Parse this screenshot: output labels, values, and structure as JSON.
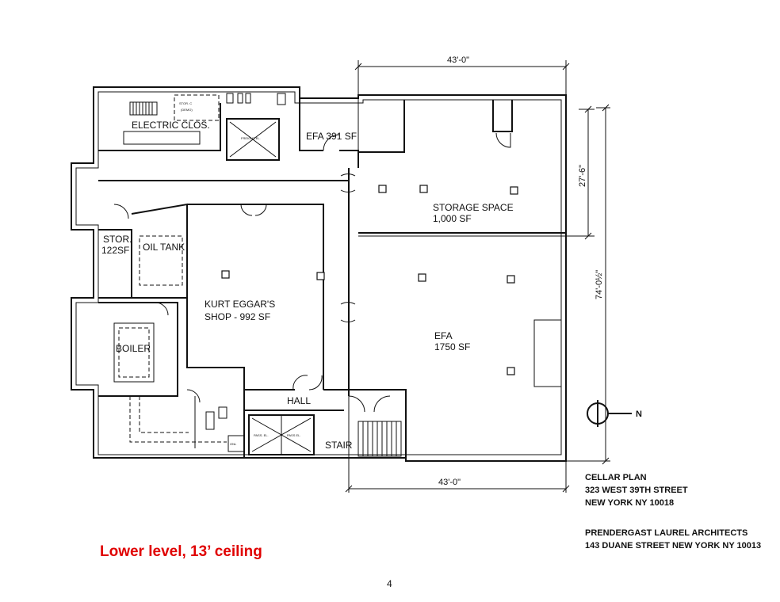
{
  "rooms": {
    "electric": "ELECTRIC CLOS.",
    "efa_small": "EFA 391 SF",
    "storage_1": "STORAGE SPACE",
    "storage_2": "1,000 SF",
    "stor_1": "STOR.",
    "stor_2": "122SF",
    "oil_tank": "OIL TANK",
    "shop_1": "KURT EGGAR'S",
    "shop_2": "SHOP  -  992 SF",
    "efa_large_1": "EFA",
    "efa_large_2": "1750 SF",
    "boiler": "BOILER",
    "hall": "HALL",
    "stair": "STAIR"
  },
  "dimensions": {
    "top": "43'-0\"",
    "bottom": "43'-0\"",
    "right_upper": "27'-6\"",
    "right_full": "74'-0½\""
  },
  "north_label": "N",
  "title_block": {
    "line1": "CELLAR PLAN",
    "line2": "323 WEST 39TH STREET",
    "line3": "NEW YORK NY 10018",
    "line4": "PRENDERGAST LAUREL ARCHITECTS",
    "line5": "143 DUANE STREET  NEW YORK NY 10013"
  },
  "caption": "Lower level, 13’ ceiling",
  "page_number": "4"
}
